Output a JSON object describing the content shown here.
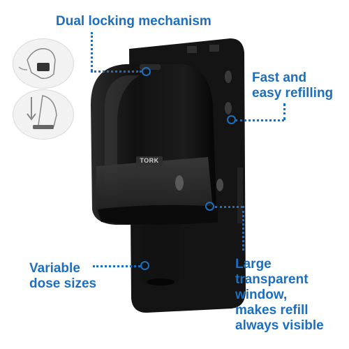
{
  "callouts": {
    "dual_locking": "Dual locking mechanism",
    "fast_refilling_line1": "Fast and",
    "fast_refilling_line2": "easy refilling",
    "variable_dose_line1": "Variable",
    "variable_dose_line2": "dose sizes",
    "large_window_line1": "Large",
    "large_window_line2": "transparent",
    "large_window_line3": "window,",
    "large_window_line4": "makes refill",
    "large_window_line5": "always visible"
  },
  "product": {
    "brand_logo": "TORK"
  },
  "icons": [
    "hand-press-icon",
    "hand-push-down-icon"
  ],
  "colors": {
    "accent": "#1d6ebd",
    "dispenser": "#1a1a1a",
    "background": "#ffffff"
  }
}
